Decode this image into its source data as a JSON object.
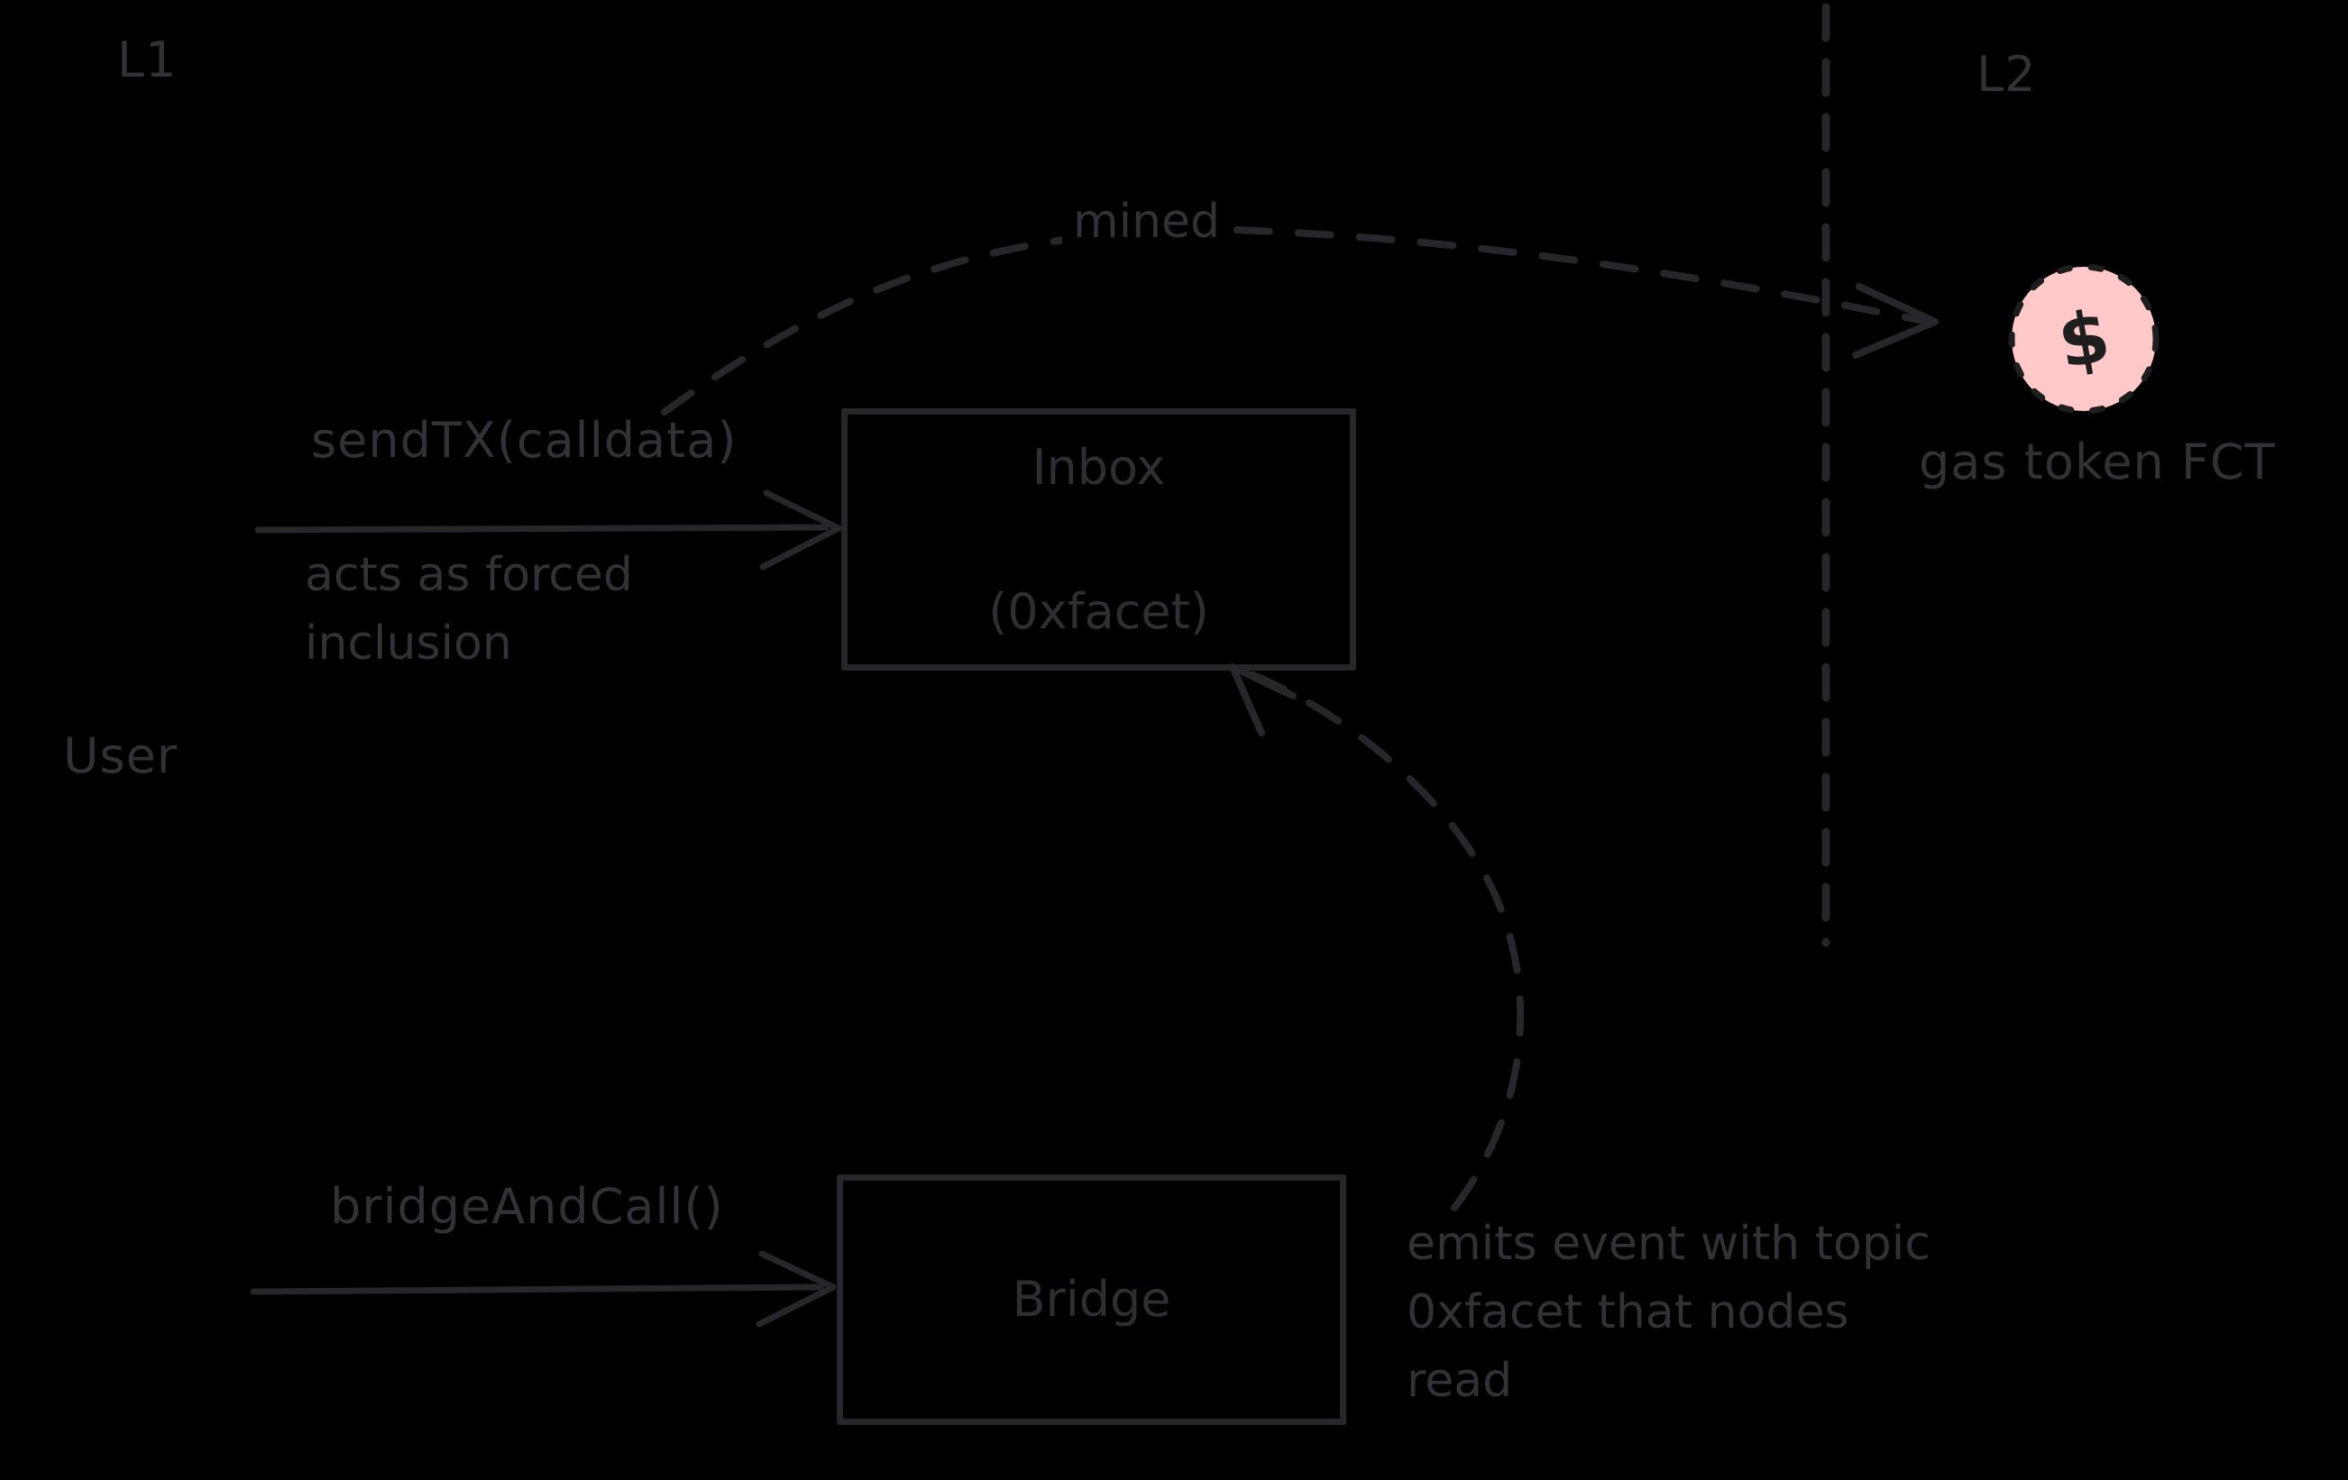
{
  "colors": {
    "background": "#000000",
    "stroke": "#26262b",
    "text": "#313136",
    "coin_fill": "#ffc9c9",
    "coin_stroke": "#1e1e1e"
  },
  "regions": {
    "l1_label": "L1",
    "l2_label": "L2"
  },
  "actors": {
    "user_label": "User"
  },
  "nodes": {
    "inbox": {
      "title_lines": [
        "Inbox",
        "(0xfacet)"
      ]
    },
    "bridge": {
      "title": "Bridge"
    },
    "gas_token": {
      "symbol": "$",
      "label": "gas token FCT"
    }
  },
  "arrows": {
    "send_tx": {
      "label": "sendTX(calldata)",
      "note_lines": [
        "acts as forced",
        "inclusion"
      ]
    },
    "bridge_and_call": {
      "label": "bridgeAndCall()"
    },
    "mined": {
      "label": "mined"
    },
    "emits_event": {
      "note_lines": [
        "emits event with topic",
        "0xfacet that nodes",
        "read"
      ]
    }
  }
}
